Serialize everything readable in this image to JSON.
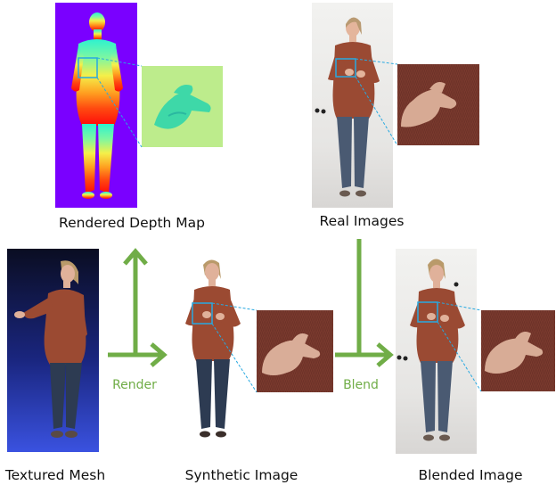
{
  "captions": {
    "depth_map": "Rendered Depth Map",
    "real_images": "Real Images",
    "textured_mesh": "Textured Mesh",
    "synthetic_image": "Synthetic Image",
    "blended_image": "Blended Image"
  },
  "operations": {
    "render": "Render",
    "blend": "Blend"
  },
  "colors": {
    "arrow": "#70ad47",
    "zoom_box": "#27a9e1",
    "depth_background": "#7a00ff",
    "mesh_background": "#141a5a",
    "sweater": "#9b4a32",
    "jeans": "#2d3b52",
    "skin": "#e2b49c",
    "studio_background": "#ebeae8",
    "knit_texture": "#7a3a2e",
    "depth_zoom_background": "#bdec8c"
  }
}
